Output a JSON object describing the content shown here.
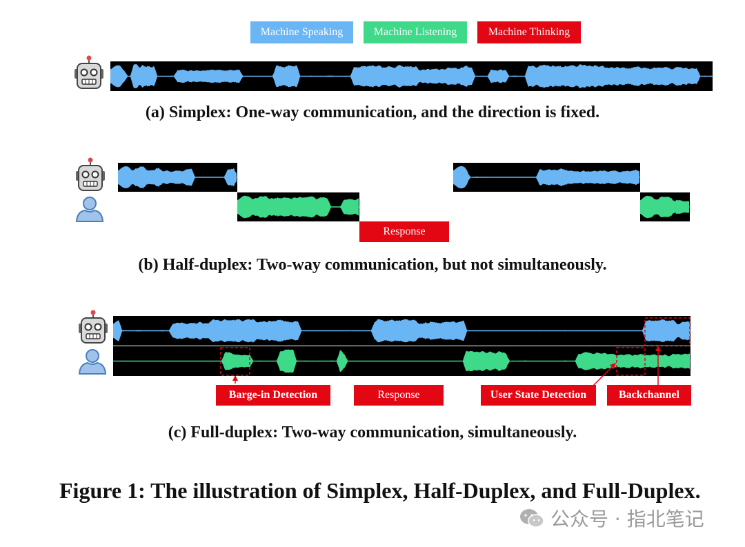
{
  "legend": {
    "speaking": {
      "label": "Machine Speaking",
      "color": "#6ab6f5"
    },
    "listening": {
      "label": "Machine Listening",
      "color": "#3fd98a"
    },
    "thinking": {
      "label": "Machine Thinking",
      "color": "#e30613"
    }
  },
  "captions": {
    "simplex": "(a) Simplex: One-way communication, and the direction is fixed.",
    "half_duplex": "(b) Half-duplex: Two-way communication, but not simultaneously.",
    "full_duplex": "(c) Full-duplex: Two-way communication, simultaneously."
  },
  "half_duplex_tags": {
    "response": "Response"
  },
  "full_duplex_tags": {
    "barge_in": "Barge-in Detection",
    "response": "Response",
    "user_state": "User State Detection",
    "backchannel": "Backchannel"
  },
  "figure_title": "Figure 1: The illustration of Simplex, Half-Duplex, and Full-Duplex.",
  "watermark": "公众号 · 指北笔记",
  "icons": {
    "machine": "robot-icon",
    "user": "user-icon",
    "watermark": "wechat-icon"
  }
}
